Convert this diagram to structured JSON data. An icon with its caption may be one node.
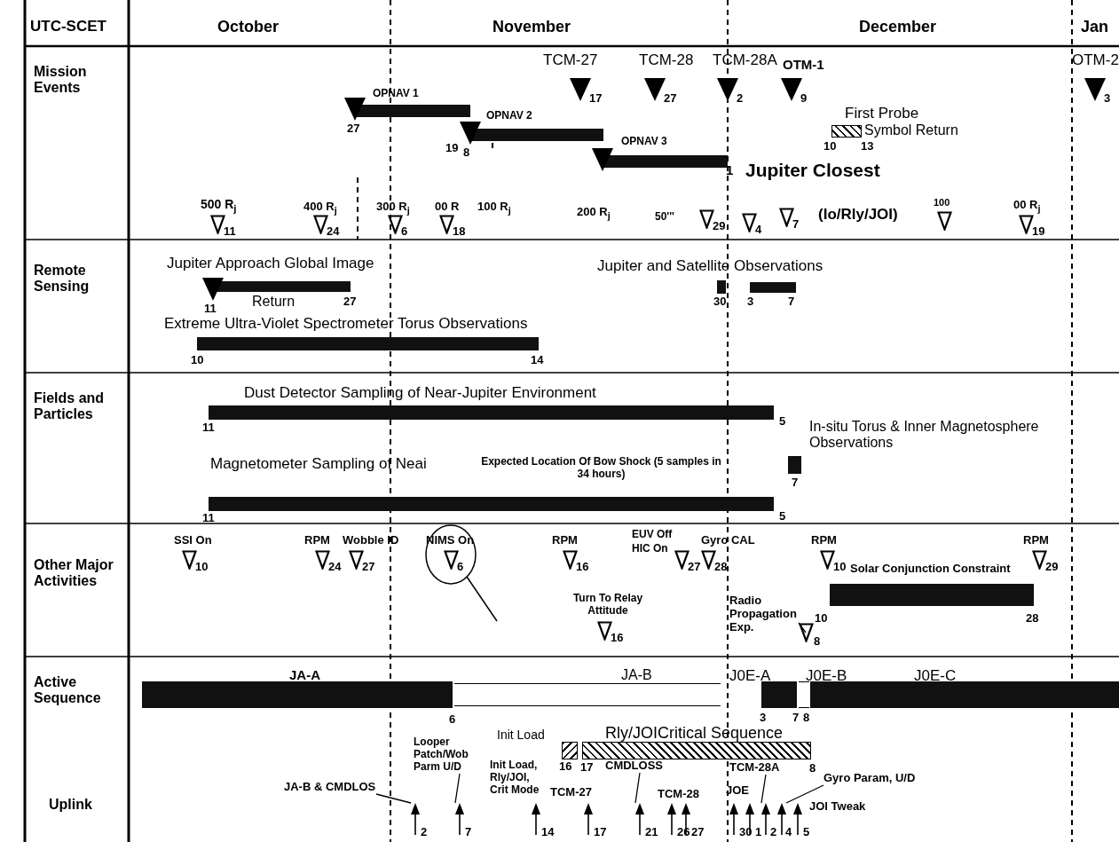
{
  "diagram": {
    "nodes": [
      {
        "text": [
          "OPNAV 1"
        ],
        "beside": [
          "27"
        ]
      },
      {
        "text": [
          "OPNAV 2"
        ],
        "beside": [
          "8"
        ]
      },
      {
        "text": [
          "OPNAV 3"
        ]
      },
      {
        "text": [
          "First Probe",
          "Symbol Return"
        ],
        "beside": [
          "10",
          "13"
        ]
      },
      {
        "text": [
          "Jupiter Approach Global Image"
        ],
        "beside": [
          "11",
          "27"
        ]
      },
      {
        "text": [
          "Extreme Ultra-Violet Spectrometer Torus Observations"
        ],
        "beside": [
          "10",
          "14"
        ]
      },
      {
        "text": [
          "Jupiter and Satellite Observations"
        ],
        "beside": [
          "30",
          "3",
          "7"
        ]
      },
      {
        "text": [
          "Dust Detector Sampling of Near-Jupiter Environment"
        ],
        "beside": [
          "11",
          "5"
        ]
      },
      {
        "text": [
          "In-situ Torus & Inner Magnetosphere Observations"
        ],
        "beside": [
          "7"
        ]
      },
      {
        "text": [
          "Magnetometer Sampling of Neai"
        ],
        "beside": [
          "11",
          "5"
        ]
      },
      {
        "text": [
          "Solar Conjunction Constraint"
        ],
        "beside": [
          "10",
          "28"
        ]
      },
      {
        "text": [
          "JA-A"
        ],
        "beside": [
          "6"
        ]
      },
      {
        "text": [
          "JA-B"
        ]
      },
      {
        "text": [
          "J0E-A"
        ],
        "beside": [
          "3"
        ]
      },
      {
        "text": [
          "J0E-B"
        ],
        "beside": [
          "7",
          "8"
        ]
      },
      {
        "text": [
          "J0E-C"
        ]
      },
      {
        "text": [
          "Init Load"
        ],
        "beside": [
          "16"
        ]
      },
      {
        "text": [
          "Rly/JOICritical Sequence"
        ],
        "beside": [
          "17",
          "8"
        ]
      },
      {
        "text": [
          "Radio Propagation Exp."
        ]
      },
      {
        "text": [],
        "shape": "triangle",
        "beside": [
          "8"
        ]
      },
      {
        "text": [
          "JA-B & CMDLOS"
        ]
      },
      {
        "text": [],
        "shape": "arrow",
        "beside": [
          "2"
        ]
      },
      {
        "text": [
          "Looper Patch/Wob Parm U/D"
        ]
      },
      {
        "text": [],
        "shape": "arrow",
        "beside": [
          "7"
        ]
      },
      {
        "text": [
          "CMDLOSS"
        ]
      },
      {
        "text": [],
        "shape": "arrow",
        "beside": [
          "21"
        ]
      },
      {
        "text": [
          "TCM-28A"
        ]
      },
      {
        "text": [],
        "shape": "arrow",
        "beside": [
          "2"
        ]
      },
      {
        "text": [
          "Gyro Param, U/D"
        ]
      },
      {
        "text": [],
        "shape": "arrow",
        "beside": [
          "4"
        ]
      }
    ],
    "edges": [
      {
        "from": 18,
        "to": 19,
        "arrow": "none"
      },
      {
        "from": 20,
        "to": 21,
        "arrow": "none"
      },
      {
        "from": 22,
        "to": 23,
        "arrow": "none"
      },
      {
        "from": 24,
        "to": 25,
        "arrow": "none"
      },
      {
        "from": 26,
        "to": 27,
        "arrow": "none"
      },
      {
        "from": 28,
        "to": 29,
        "arrow": "none"
      }
    ],
    "labels": [
      "UTC-SCET",
      "October",
      "November",
      "December",
      "Jan",
      "Mission Events",
      "Remote Sensing",
      "Fields and Particles",
      "Other Major Activities",
      "Active Sequence",
      "Uplink",
      "TCM-27",
      "17",
      "TCM-28",
      "27",
      "TCM-28A",
      "2",
      "OTM-1",
      "9",
      "OTM-2",
      "3",
      "19",
      "1",
      "Jupiter Closest",
      "500 R$_{j}$",
      "11",
      "400 R$_{j}$",
      "24",
      "300 R$_{j}$",
      "6",
      "00 R",
      "18",
      "100 R$_{j}$",
      "200 R$_{j}$",
      "50'''",
      "29",
      "4",
      "7",
      "(Io/Rly/JOI)",
      "100",
      "00 R$_{j}$",
      "19",
      "SSI On",
      "10",
      "RPM",
      "24",
      "Wobble ID",
      "27",
      "NIMS On",
      "6",
      "RPM",
      "16",
      "EUV Off",
      "HIC On",
      "27",
      "28",
      "Gyro CAL",
      "Turn To Relay Attitude",
      "16",
      "RPM",
      "10",
      "RPM",
      "29",
      "TCM-27",
      "17",
      "Init Load, Rly/JOI, Crit Mode",
      "14",
      "TCM-28",
      "26",
      "27",
      "JOE",
      "30",
      "1",
      "JOI Tweak",
      "5",
      "Expected Location Of Bow Shock (5 samples in 34 hours)",
      "Return"
    ]
  }
}
